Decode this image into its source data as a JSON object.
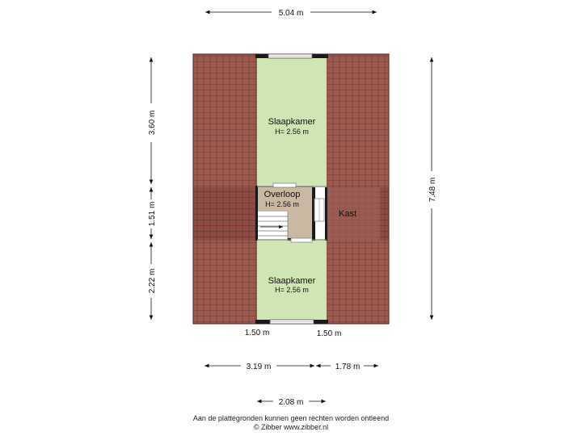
{
  "dimensions": {
    "top_width": "5.04 m",
    "left_top": "3.60 m",
    "left_middle": "1.51 m",
    "left_bottom": "2.22 m",
    "right_total": "7.48 m",
    "window_left": "1.50 m",
    "window_right": "1.50 m",
    "bottom_left": "3.19 m",
    "bottom_right": "1.78 m",
    "bottom_extra": "2.08 m"
  },
  "rooms": {
    "bedroom_top": {
      "name": "Slaapkamer",
      "height": "H= 2.56 m"
    },
    "landing": {
      "name": "Overloop",
      "height": "H= 2.56 m"
    },
    "closet": {
      "name": "Kast"
    },
    "bedroom_bottom": {
      "name": "Slaapkamer",
      "height": "H= 2.56 m"
    }
  },
  "footer": {
    "disclaimer": "Aan de plattegronden kunnen geen rechten worden ontleend",
    "copyright": "© Zibber www.zibber.nl"
  },
  "colors": {
    "roof_tile": "#9c5a4f",
    "roof_line": "#6e3a32",
    "room_green": "#cfe6b4",
    "landing_tan": "#c9b8a2",
    "wall": "#1a1a1a"
  }
}
